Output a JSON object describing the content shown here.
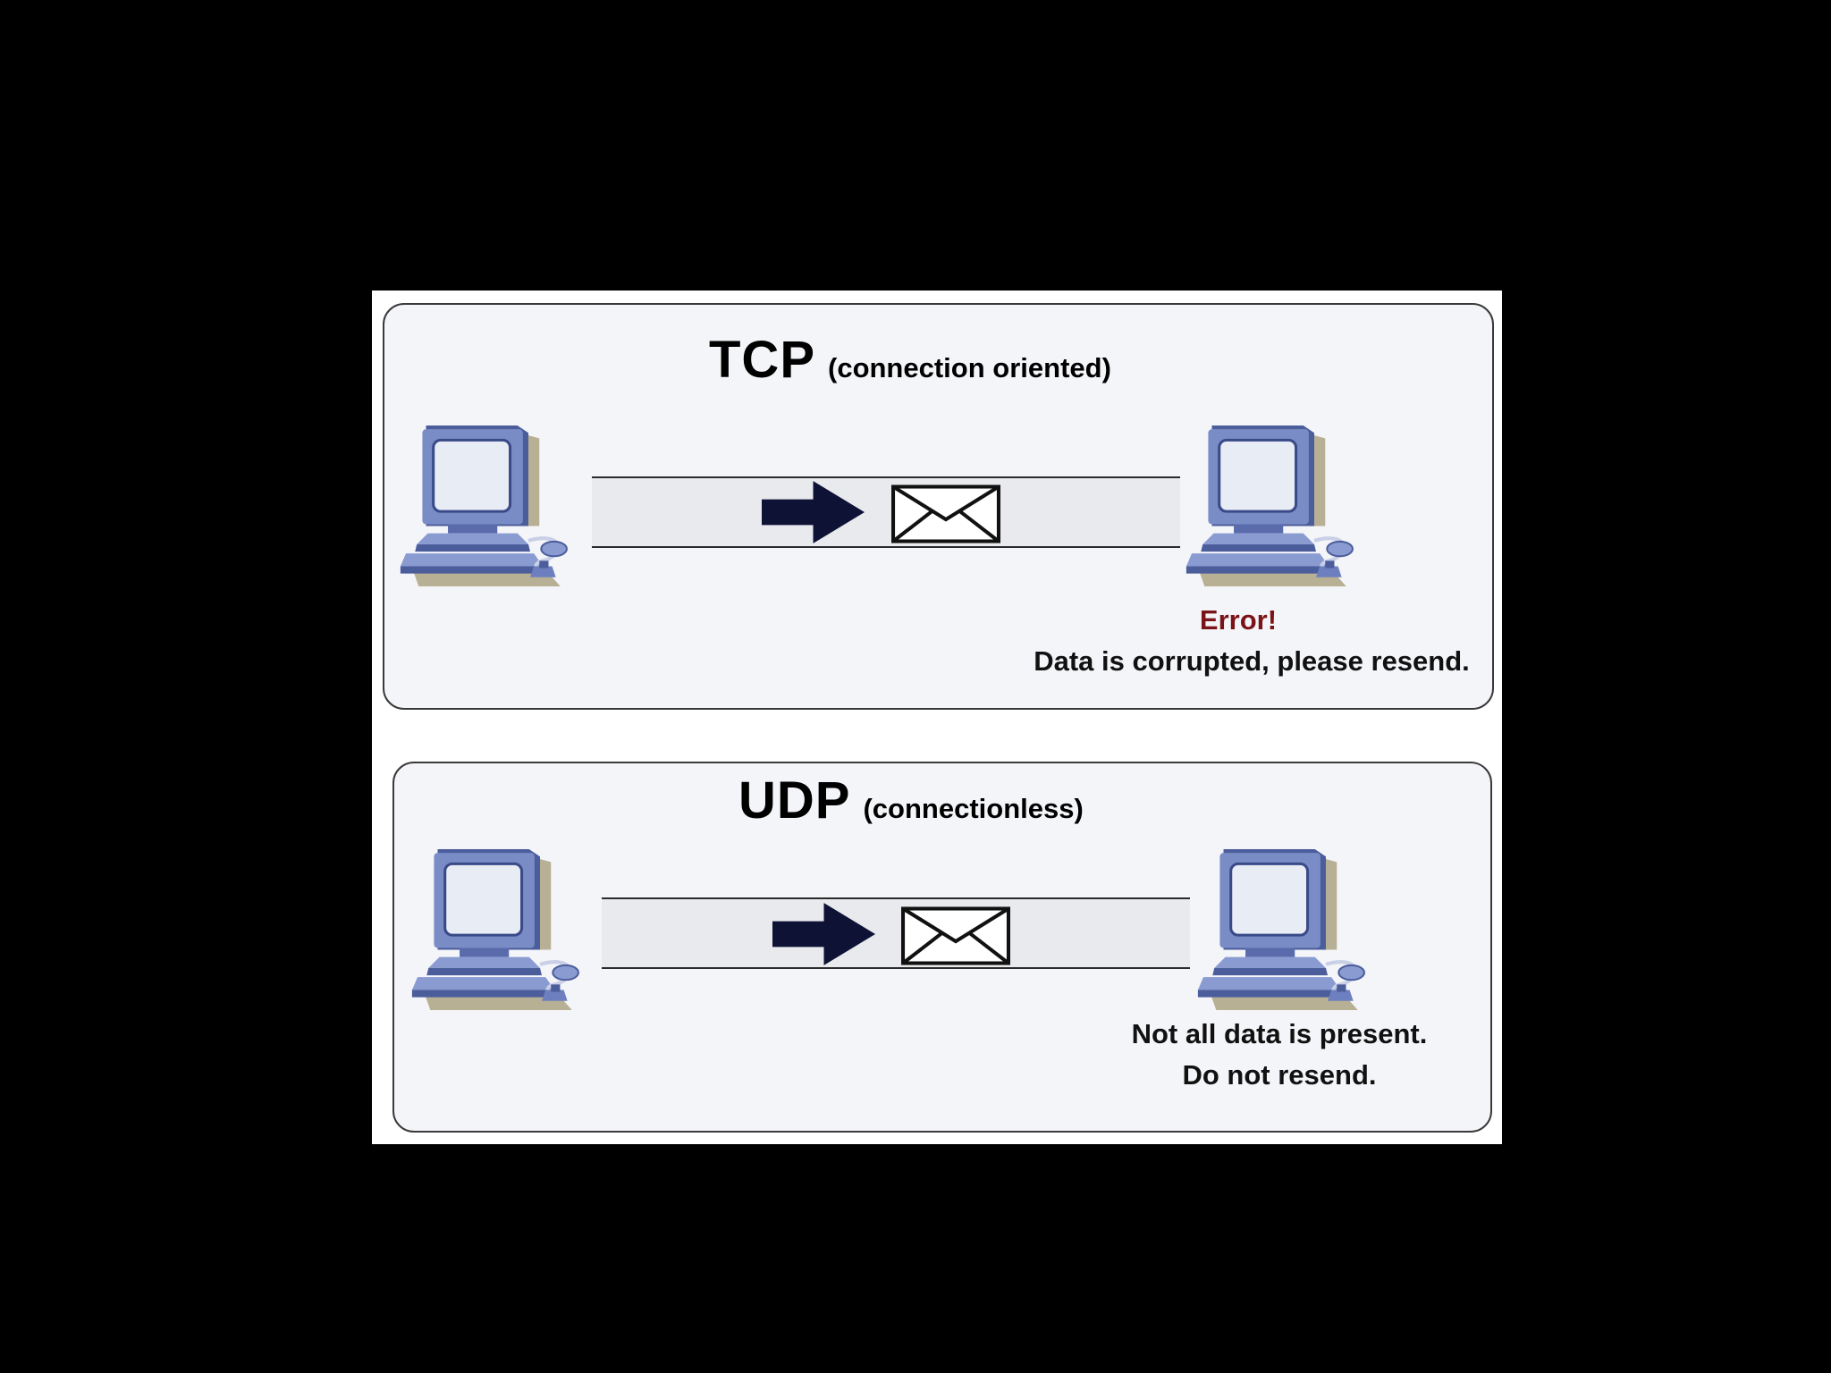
{
  "tcp": {
    "protocol": "TCP",
    "mode": "(connection oriented)",
    "status": "Error!",
    "message": "Data is corrupted, please resend."
  },
  "udp": {
    "protocol": "UDP",
    "mode": "(connectionless)",
    "message_line1": "Not all data is present.",
    "message_line2": "Do not resend."
  },
  "icons": {
    "sender": "computer-icon",
    "receiver": "computer-icon",
    "direction": "right-arrow-icon",
    "packet": "envelope-icon"
  },
  "colors": {
    "computer_body": "#7a8cc6",
    "computer_dark": "#4c5d9c",
    "screen": "#e8ecf4",
    "arrow": "#0e1235",
    "error_text": "#7a1418",
    "panel_bg": "#f4f5f9"
  }
}
